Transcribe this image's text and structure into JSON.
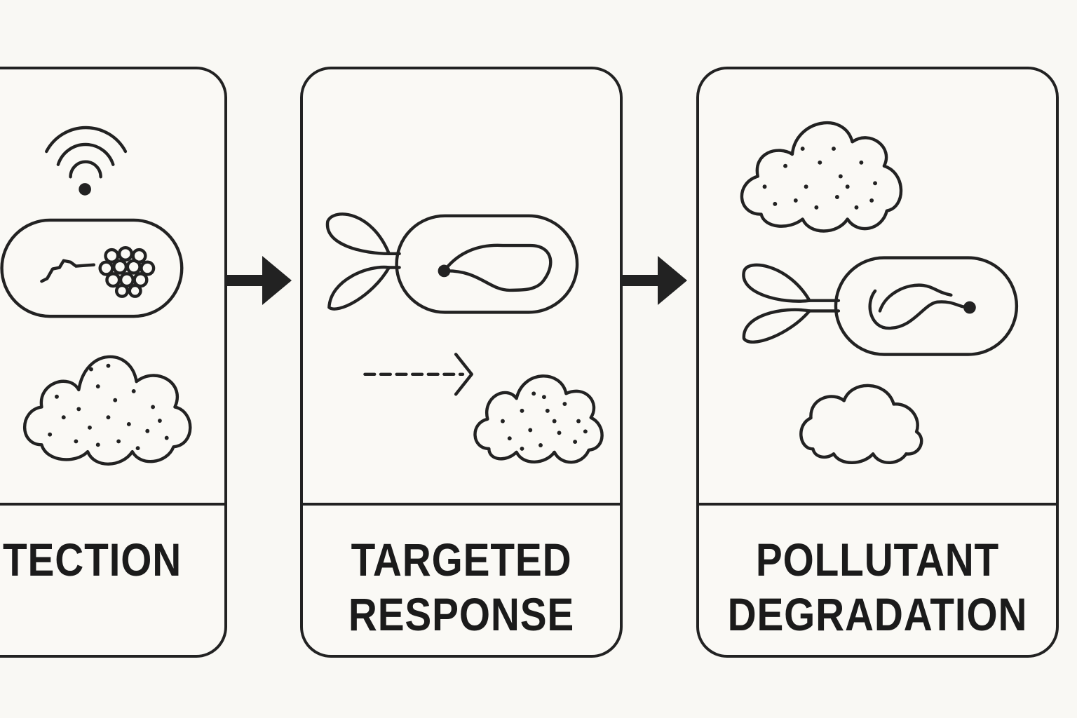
{
  "stages": [
    {
      "label_lines": [
        "TECTION"
      ]
    },
    {
      "label_lines": [
        "TARGETED",
        "RESPONSE"
      ]
    },
    {
      "label_lines": [
        "POLLUTANT",
        "DEGRADATION"
      ]
    }
  ],
  "colors": {
    "stroke": "#222222",
    "background": "#f9f8f4"
  }
}
